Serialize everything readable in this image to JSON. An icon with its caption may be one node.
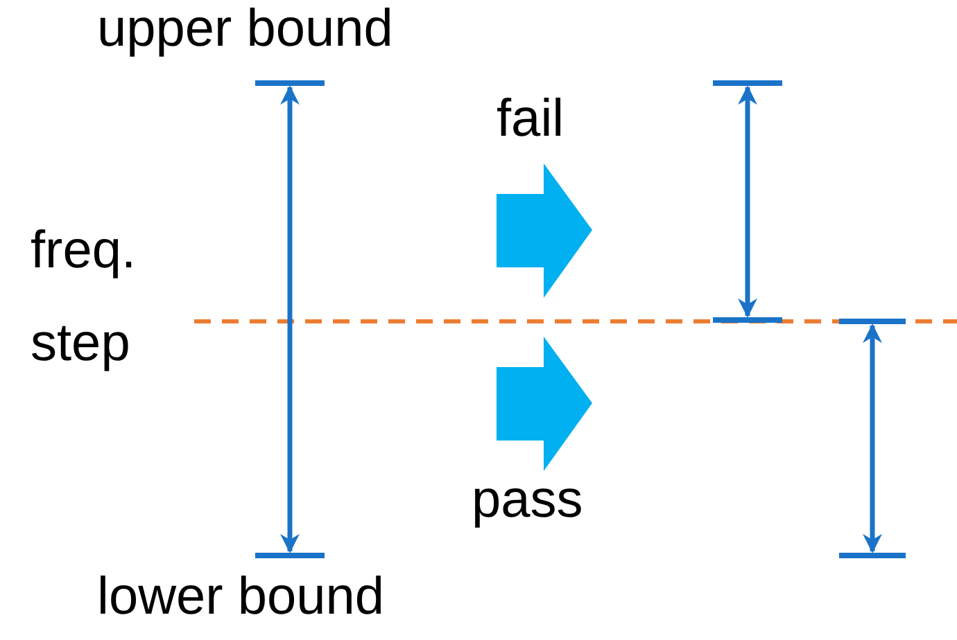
{
  "diagram": {
    "labels": [
      "upper bound",
      "fail",
      "freq. step",
      "pass",
      "lower bound"
    ]
  }
}
